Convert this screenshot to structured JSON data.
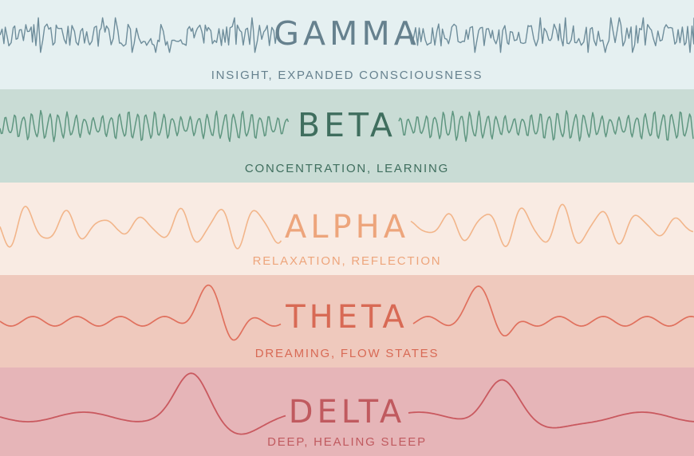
{
  "bands": [
    {
      "id": "gamma",
      "name": "GAMMA",
      "description": "INSIGHT, EXPANDED CONSCIOUSNESS",
      "background": "#e5f0f1",
      "wave_color": "#6e8d9b",
      "text_color": "#66818e"
    },
    {
      "id": "beta",
      "name": "BETA",
      "description": "CONCENTRATION, LEARNING",
      "background": "#c9dcd5",
      "wave_color": "#5f9680",
      "text_color": "#3f6e5e"
    },
    {
      "id": "alpha",
      "name": "ALPHA",
      "description": "RELAXATION, REFLECTION",
      "background": "#f9ebe3",
      "wave_color": "#f2b58a",
      "text_color": "#eda57c"
    },
    {
      "id": "theta",
      "name": "THETA",
      "description": "DREAMING, FLOW STATES",
      "background": "#efc9bd",
      "wave_color": "#e0705d",
      "text_color": "#d86a55"
    },
    {
      "id": "delta",
      "name": "DELTA",
      "description": "DEEP, HEALING SLEEP",
      "background": "#e6b5b8",
      "wave_color": "#c9595f",
      "text_color": "#c05a5f"
    }
  ]
}
